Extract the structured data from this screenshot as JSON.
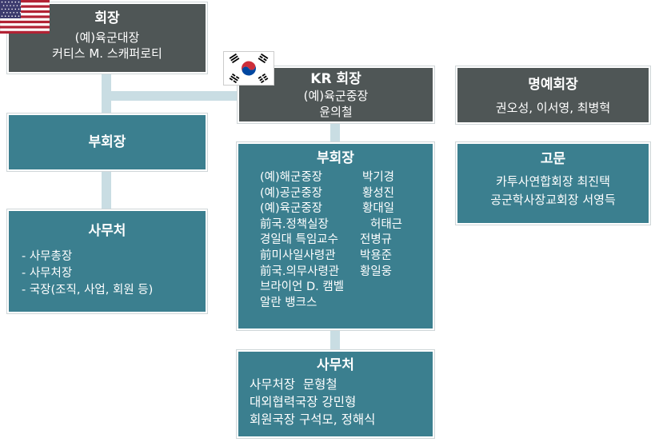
{
  "colors": {
    "dark": "#4f5656",
    "teal": "#3b7f8f",
    "line": "#c9dde3",
    "us_red": "#b22234",
    "us_blue": "#3c3b6e",
    "kr_red": "#cd2e3a",
    "kr_blue": "#0047a0"
  },
  "icons": {
    "us_flag": "us-flag-icon",
    "kr_flag": "kr-flag-icon"
  },
  "us_side": {
    "chairman": {
      "title": "회장",
      "line1": "(예)육군대장",
      "line2": "커티스 M. 스캐퍼로티"
    },
    "vice_chairman": {
      "title": "부회장"
    },
    "secretariat": {
      "title": "사무처",
      "items": [
        "- 사무총장",
        "- 사무처장",
        "- 국장(조직, 사업, 회원 등)"
      ]
    }
  },
  "kr_side": {
    "chairman": {
      "title": "KR 회장",
      "line1": "(예)육군중장",
      "line2": "윤의철"
    },
    "vice_chairman": {
      "title": "부회장",
      "members": [
        {
          "role": "(예)해군중장",
          "name": "박기경"
        },
        {
          "role": "(예)공군중장",
          "name": "황성진"
        },
        {
          "role": "(예)육군중장",
          "name": "황대일"
        },
        {
          "role": "前국.정책실장",
          "name": "허태근"
        },
        {
          "role": "경일대 특임교수",
          "name": "전병규"
        },
        {
          "role": "前미사일사령관",
          "name": "박용준"
        },
        {
          "role": "前국.의무사령관",
          "name": "황일웅"
        }
      ],
      "extra": [
        "브라이언 D. 캠벨",
        "알란 뱅크스"
      ]
    },
    "secretariat": {
      "title": "사무처",
      "items": [
        "사무처장  문형철",
        "대외협력국장 강민형",
        "회원국장 구석모, 정해식"
      ]
    }
  },
  "honorary": {
    "title": "명예회장",
    "names": "권오성, 이서영, 최병혁"
  },
  "advisor": {
    "title": "고문",
    "line1": "카투사연합회장 최진택",
    "line2": "공군학사장교회장 서영득"
  }
}
